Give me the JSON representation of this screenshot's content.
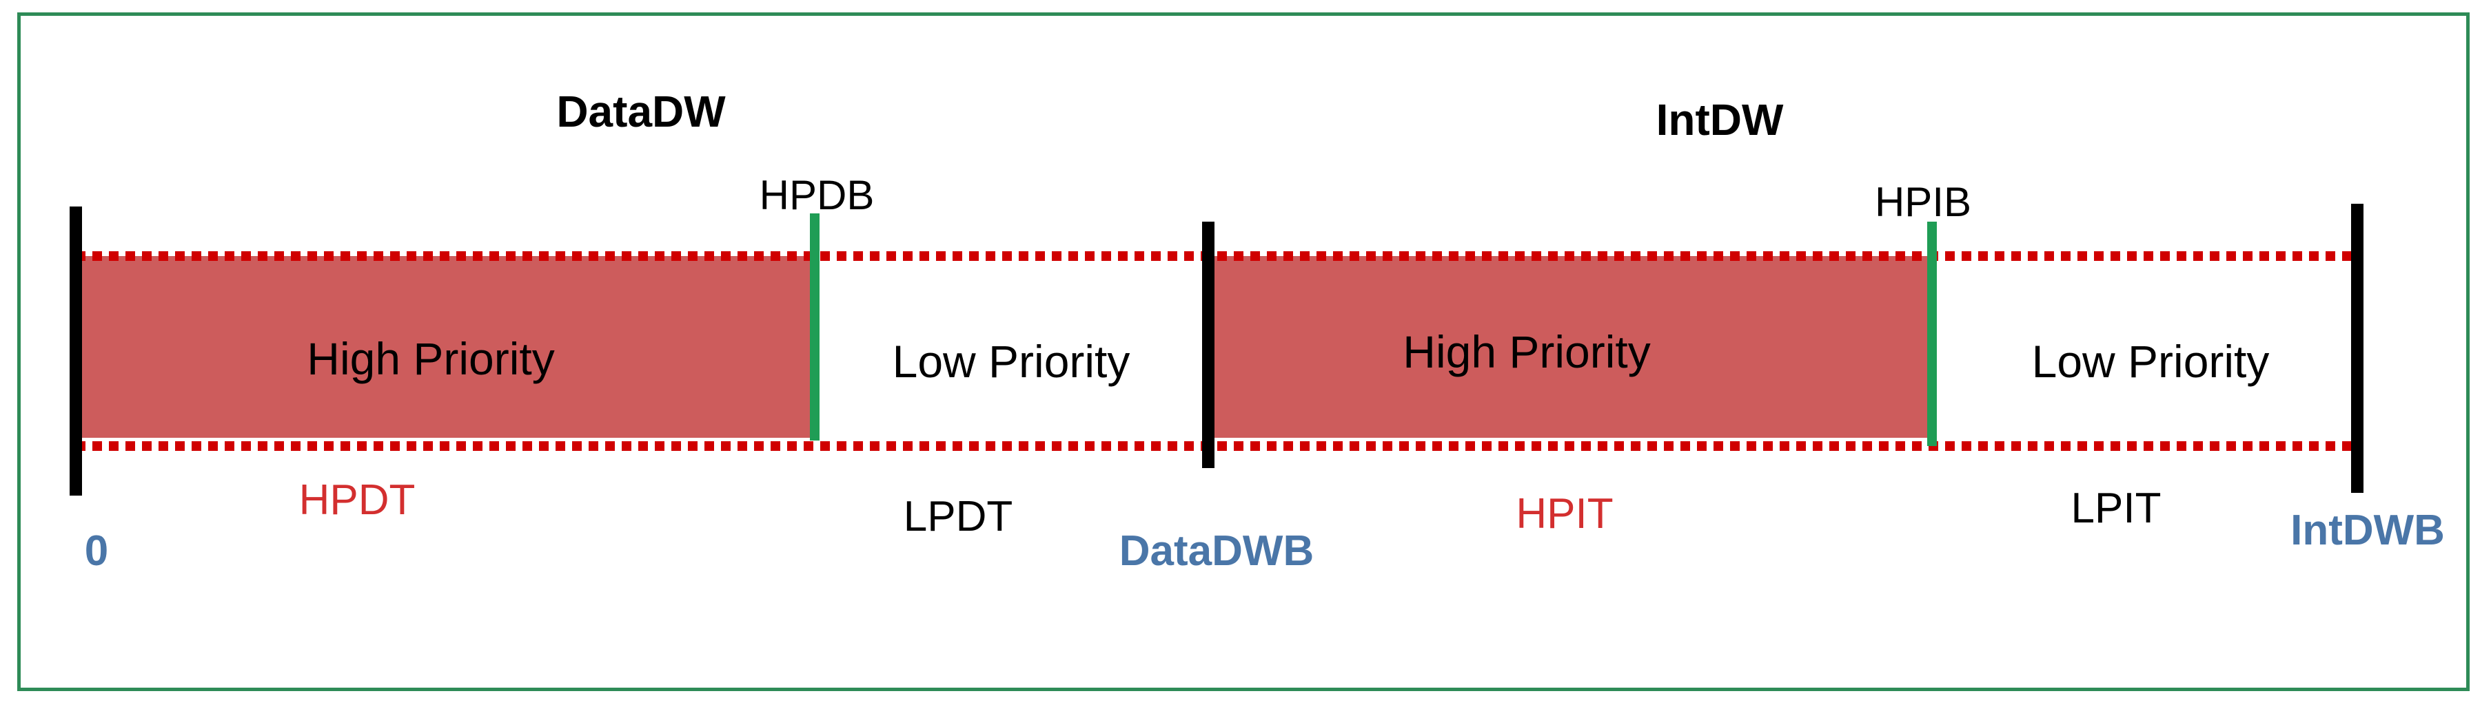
{
  "colors": {
    "high_fill": "#cd5c5c",
    "dotted_line": "#d00000",
    "boundary_marker": "#1f9d55",
    "end_marker": "#000000",
    "frame": "#2e8b57",
    "threshold_text": "#d32f2f",
    "axis_text": "#4a76a8",
    "body_text": "#000000"
  },
  "windows": [
    {
      "title": "DataDW",
      "boundary_label": "HPDB",
      "high_label": "High Priority",
      "low_label": "Low Priority",
      "high_threshold": "HPDT",
      "low_threshold": "LPDT",
      "end_label": "DataDWB"
    },
    {
      "title": "IntDW",
      "boundary_label": "HPIB",
      "high_label": "High Priority",
      "low_label": "Low Priority",
      "high_threshold": "HPIT",
      "low_threshold": "LPIT",
      "end_label": "IntDWB"
    }
  ],
  "origin_label": "0"
}
